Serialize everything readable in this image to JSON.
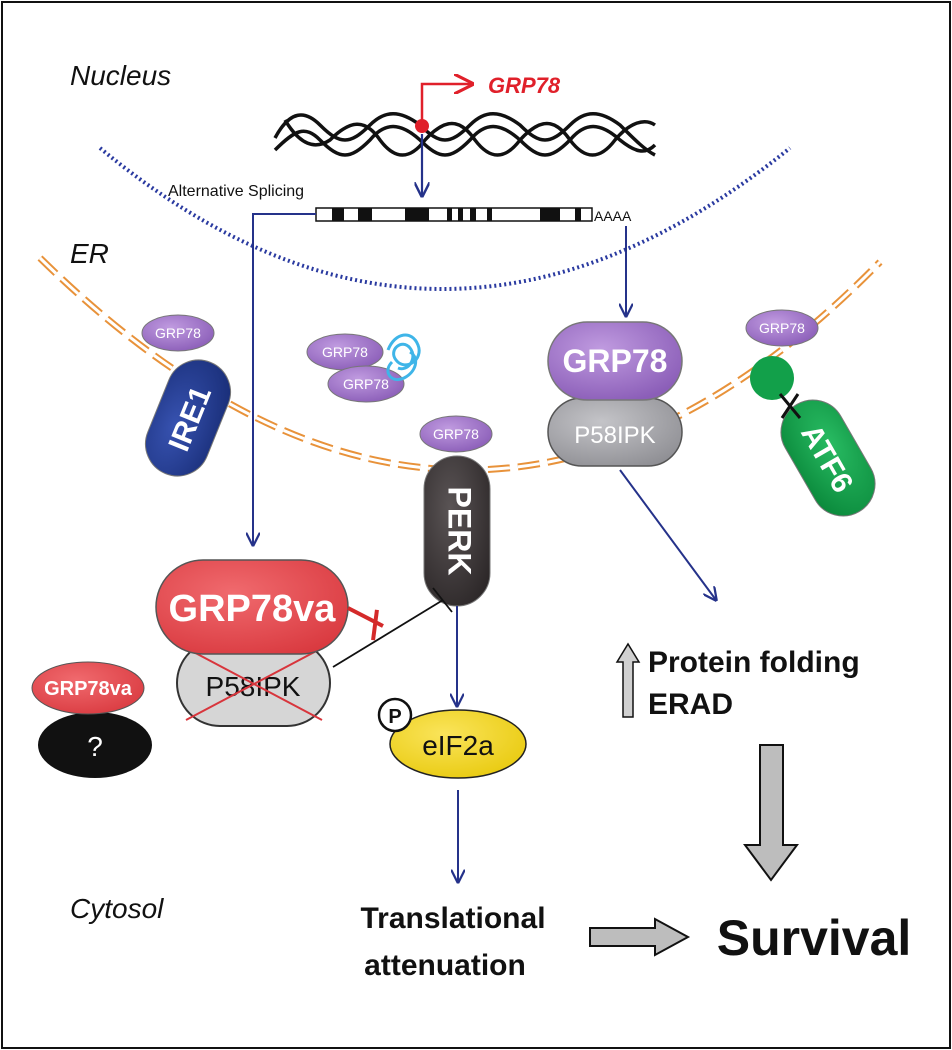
{
  "compartments": {
    "nucleus": "Nucleus",
    "er": "ER",
    "cytosol": "Cytosol"
  },
  "gene": {
    "name": "GRP78",
    "splicing_label": "Alternative Splicing",
    "polya": "AAAA"
  },
  "proteins": {
    "grp78": "GRP78",
    "grp78_large": "GRP78",
    "p58ipk": "P58IPK",
    "p58ipk_crossed": "P58IPK",
    "ire1": "IRE1",
    "perk": "PERK",
    "atf6": "ATF6",
    "grp78va": "GRP78va",
    "grp78va_small": "GRP78va",
    "unknown_partner": "?",
    "eif2a": "eIF2a",
    "phospho": "P"
  },
  "outcomes": {
    "protein_folding": "Protein folding",
    "erad": "ERAD",
    "translational_line1": "Translational",
    "translational_line2": "attenuation",
    "survival": "Survival"
  },
  "colors": {
    "frame": "#111111",
    "arrow_blue": "#25328a",
    "gene_red": "#e0202a",
    "nuclear_membrane": "#2a3aa0",
    "er_membrane": "#e8923a",
    "grp78_purple": "#9b6fc4",
    "p58ipk_gray": "#a0a0a4",
    "ire1_navy": "#213a8e",
    "perk_dark": "#3a3536",
    "atf6_green": "#12a04a",
    "grp78va_red": "#e4474c",
    "crossed_gray": "#d6d6d6",
    "eif2a_yellow": "#f2d71a",
    "unfolded_cyan": "#3fb5e8",
    "block_red": "#d42a2a",
    "gray_arrow": "#bdbdbd"
  }
}
